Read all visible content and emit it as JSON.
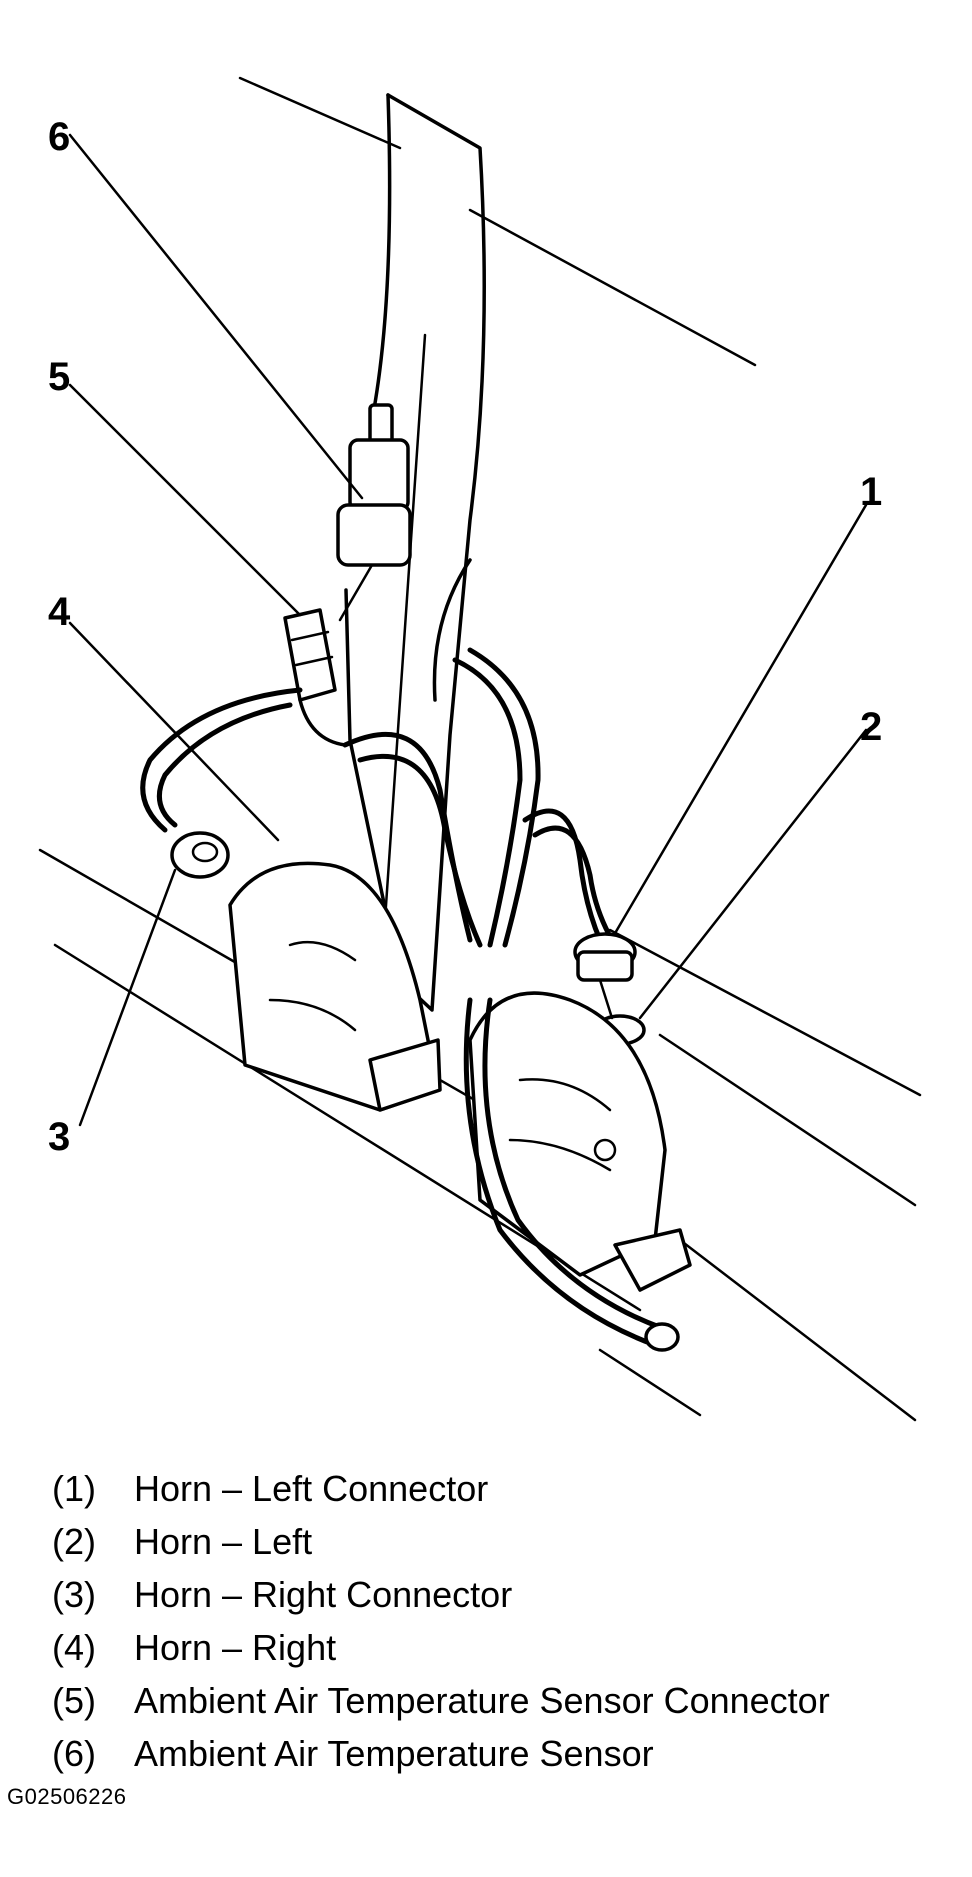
{
  "callouts": [
    "1",
    "2",
    "3",
    "4",
    "5",
    "6"
  ],
  "legend": [
    {
      "number": "(1)",
      "label": "Horn – Left Connector"
    },
    {
      "number": "(2)",
      "label": "Horn – Left"
    },
    {
      "number": "(3)",
      "label": "Horn – Right Connector"
    },
    {
      "number": "(4)",
      "label": "Horn – Right"
    },
    {
      "number": "(5)",
      "label": "Ambient Air Temperature Sensor Connector"
    },
    {
      "number": "(6)",
      "label": "Ambient Air Temperature Sensor"
    }
  ],
  "figure_id": "G02506226"
}
